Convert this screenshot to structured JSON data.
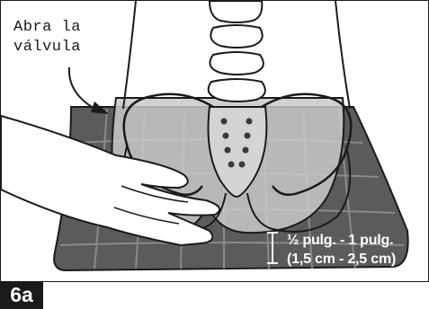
{
  "callout": {
    "line1": "Abra la",
    "line2": "válvula"
  },
  "measurement": {
    "line1": "½ pulg. - 1 pulg.",
    "line2": "(1,5 cm - 2,5 cm)"
  },
  "figure_label": "6a",
  "colors": {
    "cushion_dark": "#5b5b5b",
    "cushion_cell_line": "#8a8a8a",
    "overlay_gray": "#c9c9c9",
    "ink": "#1a1a1a",
    "paper": "#ffffff"
  },
  "icons": [
    "arrow-icon",
    "measurement-bracket-icon"
  ]
}
